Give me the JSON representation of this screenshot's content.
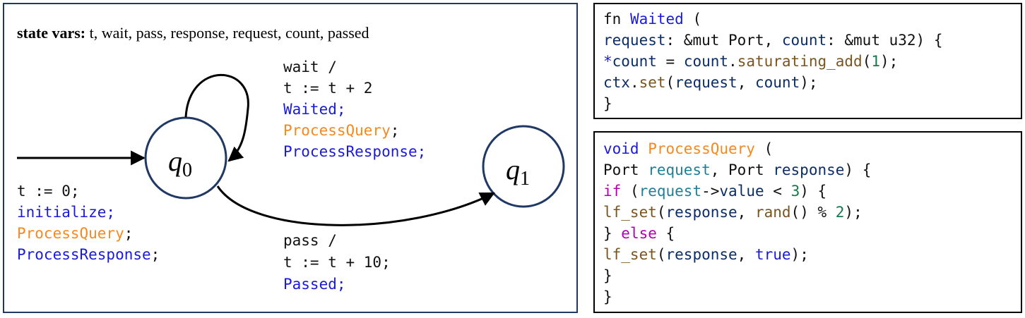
{
  "diagram": {
    "state_vars_label": "state vars:",
    "state_vars_list": " t, wait, pass, response, request, count, passed",
    "states": {
      "q0": {
        "letter": "q",
        "sub": "0"
      },
      "q1": {
        "letter": "q",
        "sub": "1"
      }
    },
    "self_loop_label": {
      "line1": "wait /",
      "line2": "t := t + 2",
      "line3": "Waited;",
      "line4_name": "ProcessQuery",
      "line4_semi": ";",
      "line5": "ProcessResponse;"
    },
    "init_label": {
      "line1": "t := 0;",
      "line2": "initialize;",
      "line3_name": "ProcessQuery",
      "line3_semi": ";",
      "line4_name": "ProcessResponse",
      "line4_semi": ";"
    },
    "pass_label": {
      "line1": "pass /",
      "line2": "t := t + 10;",
      "line3": "Passed;"
    }
  },
  "code_waited": {
    "l1_kw": "fn ",
    "l1_name": "Waited",
    "l1_rest": " (",
    "l2_a": "  ",
    "l2_p1": "request",
    "l2_b": ": &mut Port, ",
    "l2_p2": "count",
    "l2_c": ": &mut u32) {",
    "l3_a": "  ",
    "l3_star": "*",
    "l3_p": "count",
    "l3_b": " = ",
    "l3_p2": "count",
    "l3_c": ".",
    "l3_fn": "saturating_add",
    "l3_d": "(",
    "l3_num": "1",
    "l3_e": ");",
    "l4_a": "  ",
    "l4_ctx": "ctx",
    "l4_b": ".",
    "l4_fn": "set",
    "l4_c": "(",
    "l4_p1": "request",
    "l4_d": ", ",
    "l4_p2": "count",
    "l4_e": ");",
    "l5": "}"
  },
  "code_pq": {
    "l1_kw": "void ",
    "l1_name": "ProcessQuery",
    "l1_rest": " (",
    "l2_a": "  Port ",
    "l2_p1": "request",
    "l2_b": ", Port ",
    "l2_p2": "response",
    "l2_c": ") {",
    "l3_a": "  ",
    "l3_if": "if",
    "l3_b": " (",
    "l3_p": "request",
    "l3_c": "->",
    "l3_v": "value",
    "l3_d": " < ",
    "l3_num": "3",
    "l3_e": ") {",
    "l4_a": "    ",
    "l4_fn": "lf_set",
    "l4_b": "(",
    "l4_p": "response",
    "l4_c": ", ",
    "l4_fn2": "rand",
    "l4_d": "() % ",
    "l4_num": "2",
    "l4_e": ");",
    "l5_a": "  } ",
    "l5_else": "else",
    "l5_b": " {",
    "l6_a": "    ",
    "l6_fn": "lf_set",
    "l6_b": "(",
    "l6_p": "response",
    "l6_c": ", ",
    "l6_true": "true",
    "l6_d": ");",
    "l7": "  }",
    "l8": "}"
  },
  "colors": {
    "panel_border": "#1f3864",
    "blue_action": "#1a1ad9",
    "orange_action": "#f5891f",
    "state_circle": "#1f3864"
  }
}
